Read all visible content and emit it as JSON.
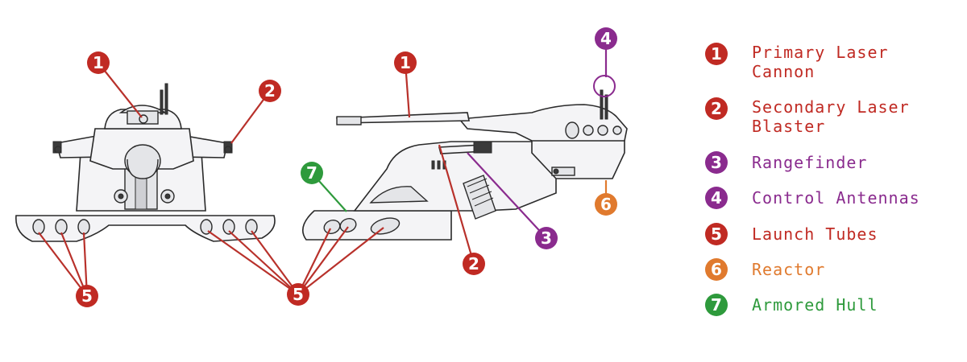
{
  "colors": {
    "red": "#c02a23",
    "purple": "#8a2b8e",
    "orange": "#e07a2e",
    "green": "#2e9a3c",
    "line": "#b8312b"
  },
  "markers": {
    "m1": "1",
    "m2": "2",
    "m3": "3",
    "m4": "4",
    "m5": "5",
    "m6": "6",
    "m7": "7"
  },
  "legend": [
    {
      "number": "1",
      "label": "Primary Laser Cannon",
      "line1": "Primary Laser",
      "line2": "Cannon",
      "color": "red"
    },
    {
      "number": "2",
      "label": "Secondary Laser Blaster",
      "line1": "Secondary Laser",
      "line2": "Blaster",
      "color": "red"
    },
    {
      "number": "3",
      "label": "Rangefinder",
      "line1": "Rangefinder",
      "line2": "",
      "color": "purple"
    },
    {
      "number": "4",
      "label": "Control Antennas",
      "line1": "Control Antennas",
      "line2": "",
      "color": "purple"
    },
    {
      "number": "5",
      "label": "Launch Tubes",
      "line1": "Launch Tubes",
      "line2": "",
      "color": "red"
    },
    {
      "number": "6",
      "label": "Reactor",
      "line1": "Reactor",
      "line2": "",
      "color": "orange"
    },
    {
      "number": "7",
      "label": "Armored Hull",
      "line1": "Armored Hull",
      "line2": "",
      "color": "green"
    }
  ]
}
